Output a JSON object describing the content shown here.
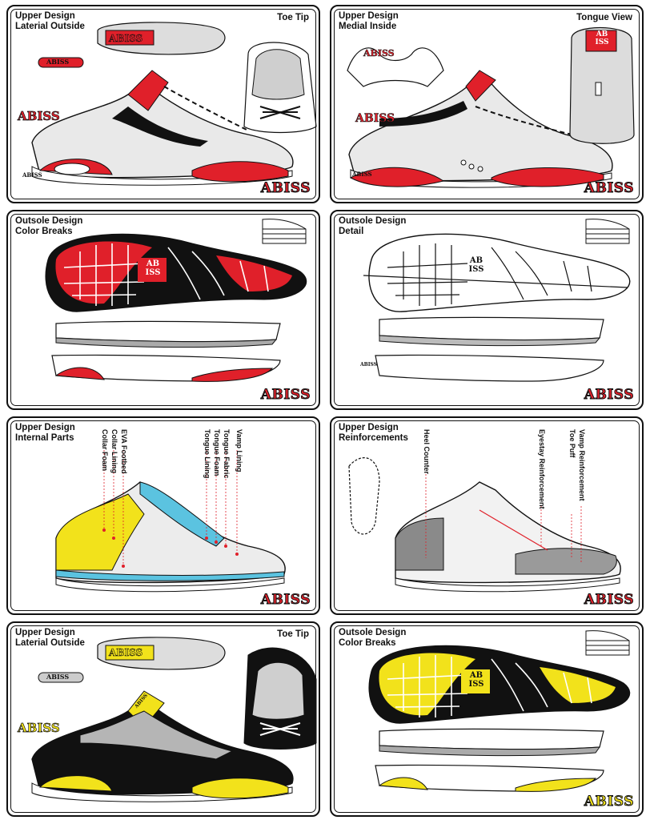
{
  "colors": {
    "red": "#e0202a",
    "yellow": "#f2e21b",
    "cyan": "#5bc3e0",
    "grey": "#b8b8b8",
    "dark_grey": "#7c7c7c",
    "black": "#111111"
  },
  "brand": "ABISS",
  "panels": {
    "p1": {
      "title_line1": "Upper Design",
      "title_line2": "Laterial Outside",
      "right_title": "Toe Tip",
      "insole_brand": "ABISS",
      "side_brand": "ABISS",
      "heel_brand": "ABISS",
      "tag_brand": "ABISS"
    },
    "p2": {
      "title_line1": "Upper Design",
      "title_line2": "Medial Inside",
      "right_title": "Tongue View",
      "tongue_logo_line1": "AB",
      "tongue_logo_line2": "ISS",
      "side_brand": "ABISS",
      "heel_brand": "ABISS",
      "collar_brand": "ABISS"
    },
    "p3": {
      "title_line1": "Outsole Design",
      "title_line2": "Color Breaks",
      "logo_line1": "AB",
      "logo_line2": "ISS"
    },
    "p4": {
      "title_line1": "Outsole Design",
      "title_line2": "Detail",
      "logo_line1": "AB",
      "logo_line2": "ISS",
      "side_brand": "ABISS"
    },
    "p5": {
      "title_line1": "Upper Design",
      "title_line2": "Internal Parts",
      "labels": [
        "Collar Foam",
        "Collar Lining",
        "EVA Footbed",
        "Tongue Lining",
        "Tongue Foam",
        "Tongue Fabric",
        "Vamp Lining"
      ]
    },
    "p6": {
      "title_line1": "Upper Design",
      "title_line2": "Reinforcements",
      "labels": [
        "Heel Counter",
        "Eyestay Reinforcement",
        "Toe Puff",
        "Vamp Reinforcement"
      ]
    },
    "p7": {
      "title_line1": "Upper Design",
      "title_line2": "Laterial Outside",
      "right_title": "Toe Tip",
      "insole_brand": "ABISS",
      "side_brand": "ABISS",
      "tag_brand": "ABISS",
      "tongue_logo": "ABISS"
    },
    "p8": {
      "title_line1": "Outsole Design",
      "title_line2": "Color Breaks",
      "logo_line1": "AB",
      "logo_line2": "ISS"
    }
  }
}
